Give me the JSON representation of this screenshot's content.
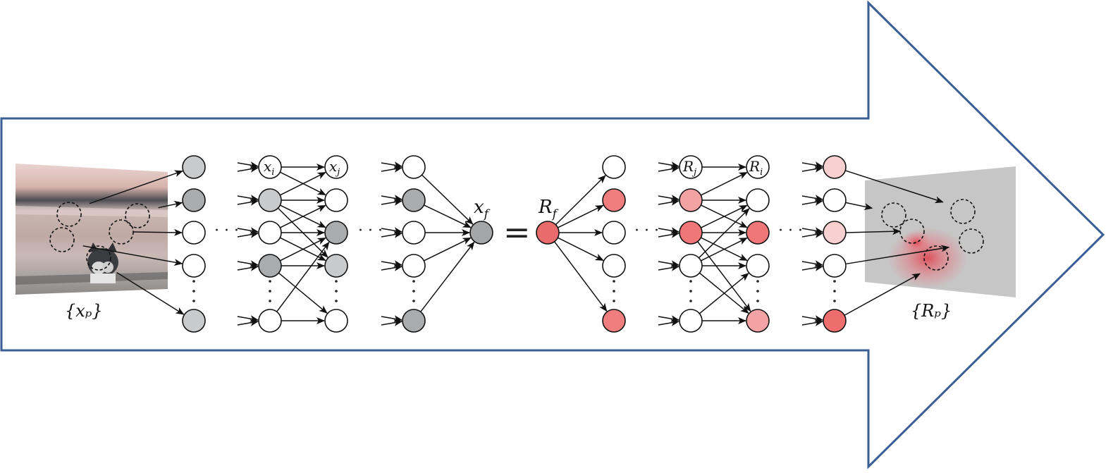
{
  "labels": {
    "input_set": "{xₚ}",
    "x_f": "x",
    "x_f_sub": "f",
    "equals": "=",
    "R_f": "R",
    "R_f_sub": "f",
    "x_i": "x",
    "x_i_sub": "i",
    "x_j": "x",
    "x_j_sub": "j",
    "R_j": "R",
    "R_j_sub": "j",
    "R_i": "R",
    "R_i_sub": "i",
    "output_set": "{Rₚ}",
    "ellipsis": "· · ·"
  },
  "forward_layers": [
    {
      "id": "L1",
      "fills": [
        "#c9cacb",
        "#a9abad",
        "#ffffff",
        "#ffffff",
        "#c9cacb"
      ]
    },
    {
      "id": "L2",
      "fills": [
        "#ffffff",
        "#c9cacb",
        "#ffffff",
        "#a9abad",
        "#ffffff"
      ]
    },
    {
      "id": "L3",
      "fills": [
        "#ffffff",
        "#ffffff",
        "#a9abad",
        "#c9cacb",
        "#ffffff"
      ]
    },
    {
      "id": "L4",
      "fills": [
        "#ffffff",
        "#a9abad",
        "#ffffff",
        "#ffffff",
        "#a9abad"
      ]
    }
  ],
  "output_node_fill": "#a3a5a7",
  "relevance_node_fill": "#ea6b6b",
  "backward_layers": [
    {
      "id": "B1",
      "fills": [
        "#ffffff",
        "#f07d7d",
        "#ffffff",
        "#ffffff",
        "#f07d7d"
      ]
    },
    {
      "id": "B2",
      "fills": [
        "#ffffff",
        "#f3a3a3",
        "#ef7777",
        "#ffffff",
        "#ffffff"
      ]
    },
    {
      "id": "B3",
      "fills": [
        "#ffffff",
        "#ffffff",
        "#ef7777",
        "#ffffff",
        "#f3a3a3"
      ]
    },
    {
      "id": "B4",
      "fills": [
        "#f9d0d0",
        "#ffffff",
        "#f9d0d0",
        "#ffffff",
        "#ee6d6d"
      ]
    }
  ],
  "colors": {
    "arrow_outline": "#3a5f96",
    "edge": "#111111",
    "heat": "#e03c4a"
  },
  "icons": {
    "input_image": "cat-photo",
    "output_image": "relevance-heatmap"
  }
}
